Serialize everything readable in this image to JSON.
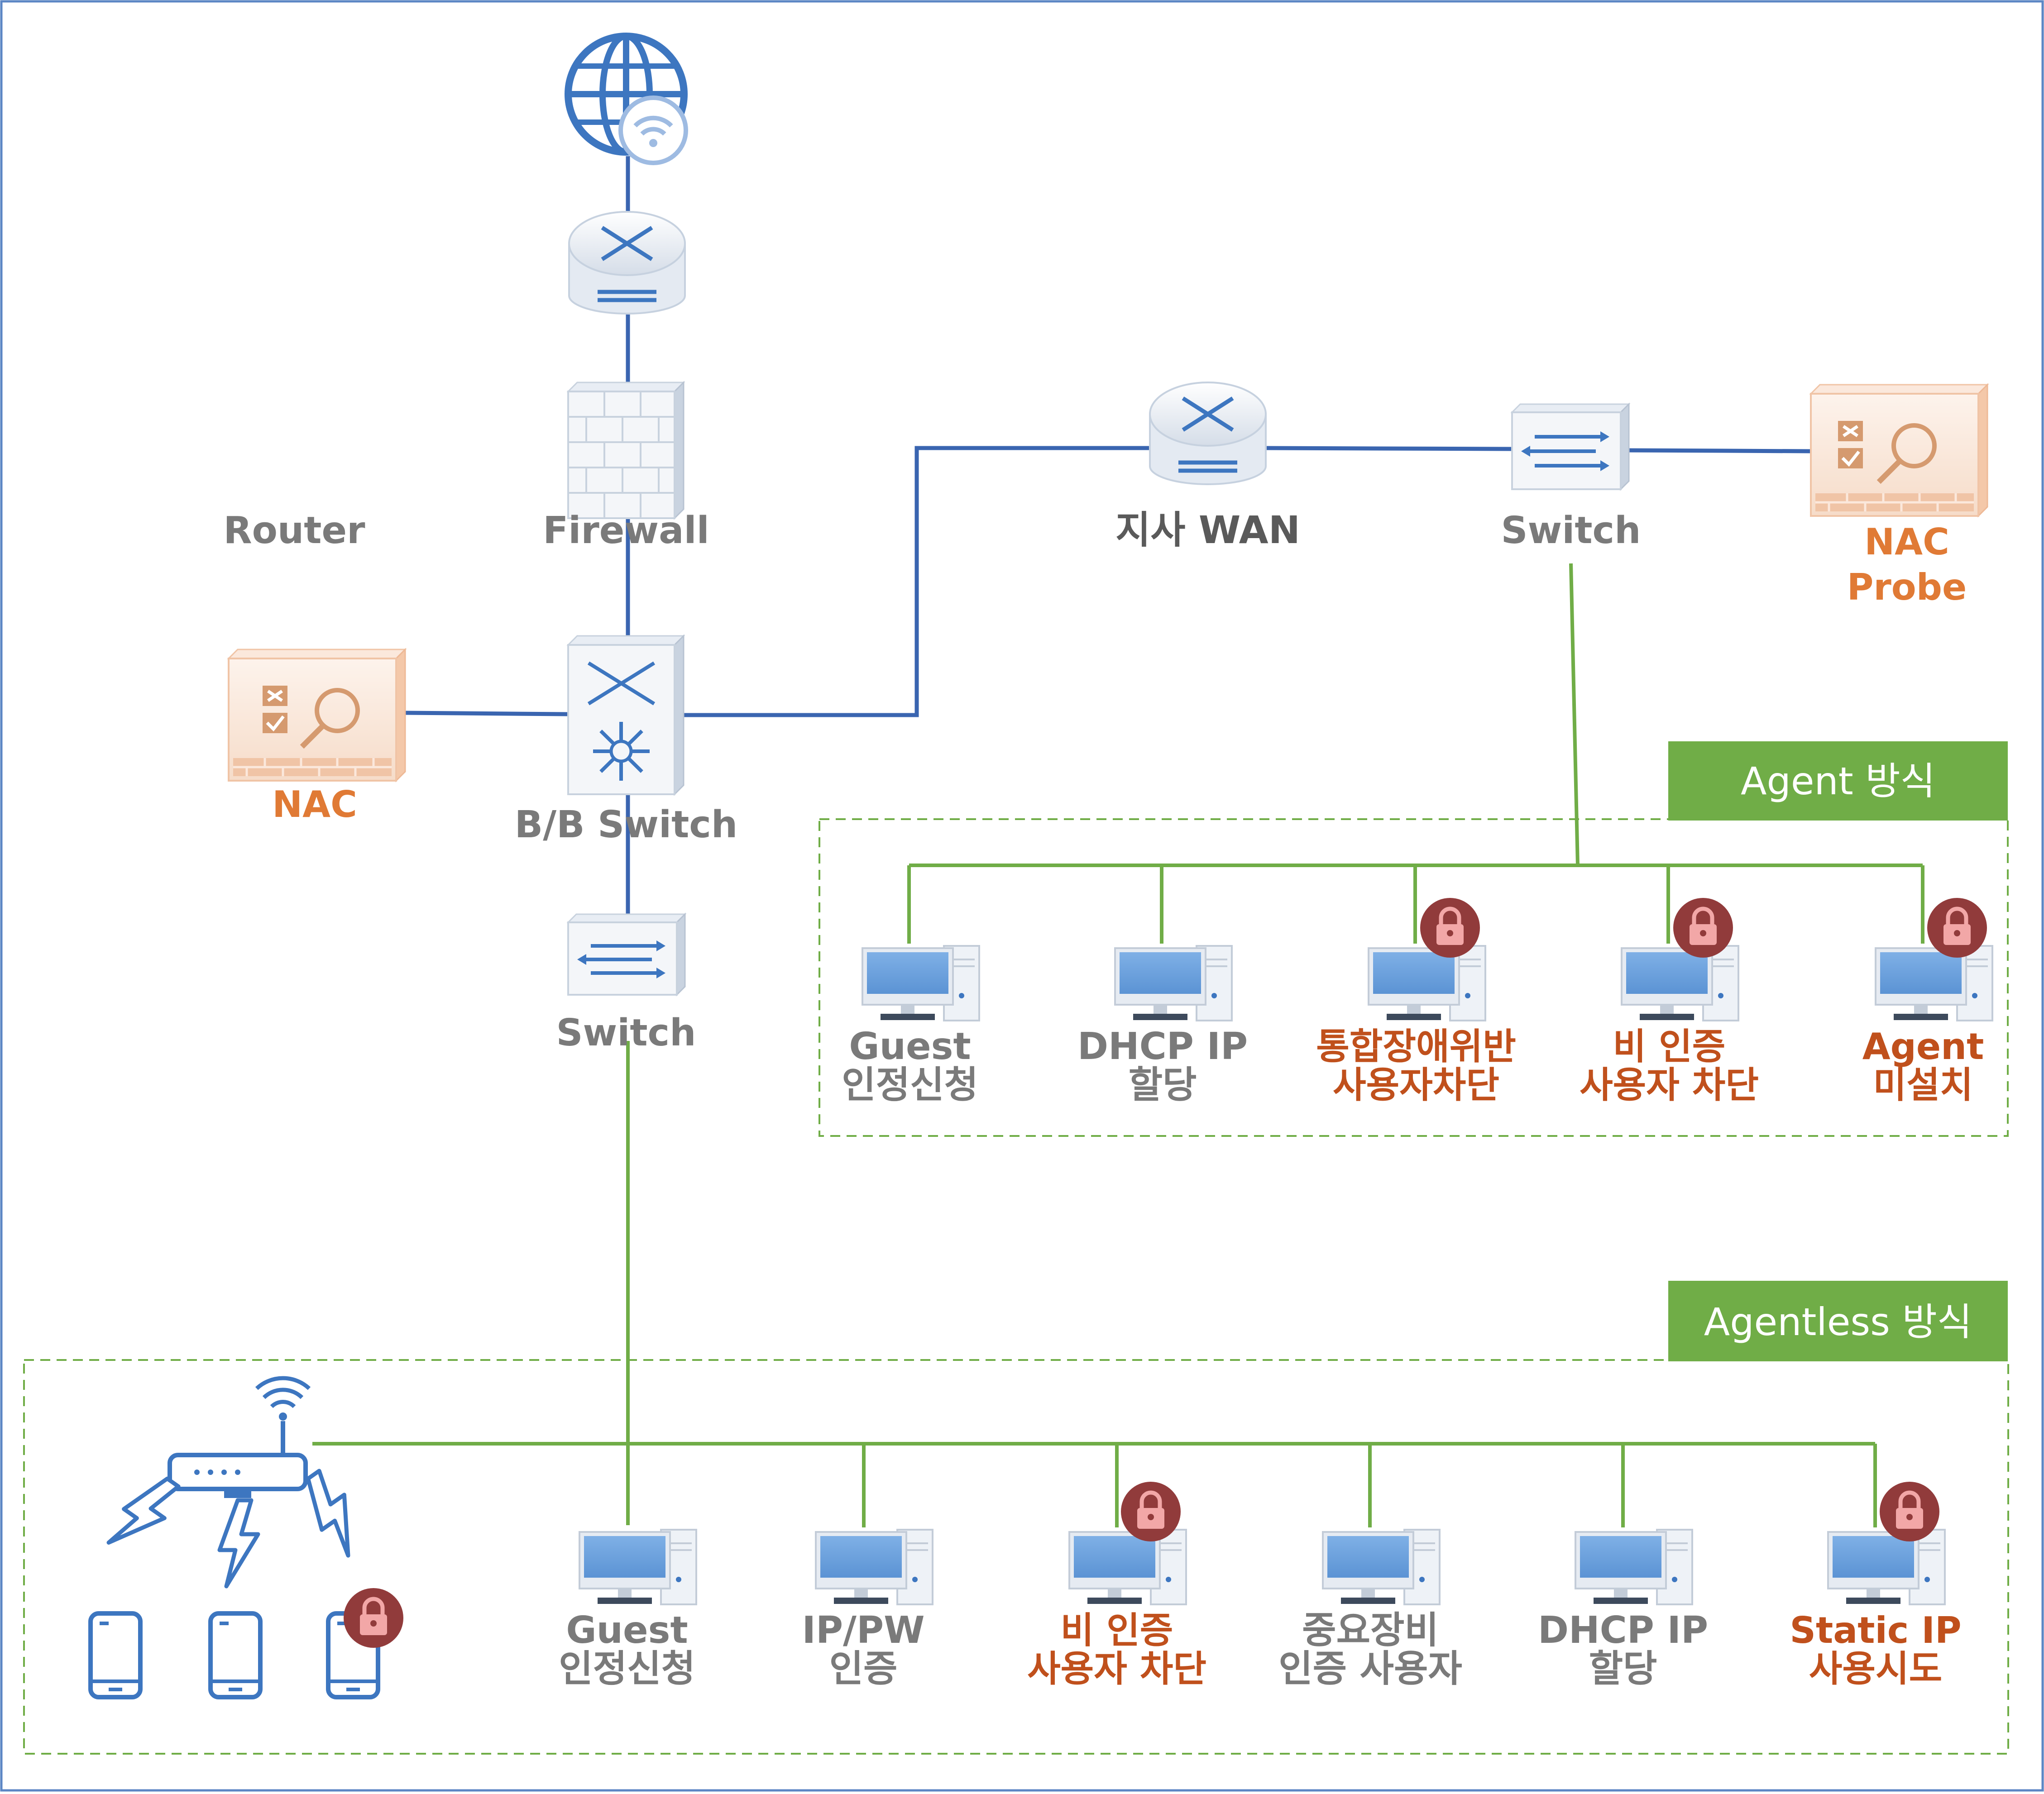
{
  "colors": {
    "blue_link": "#3a65b0",
    "green_link": "#70ad47",
    "device_blue": "#3d76c0",
    "nac_orange": "#e07a35",
    "alert_red": "#c0501c",
    "lock_badge": "#913b3b",
    "header_green": "#70ad47"
  },
  "labels": {
    "router": "Router",
    "firewall": "Firewall",
    "branch_wan": "지사 WAN",
    "switch_top": "Switch",
    "nac_probe_1": "NAC",
    "nac_probe_2": "Probe",
    "nac": "NAC",
    "bb_switch": "B/B Switch",
    "switch_mid": "Switch"
  },
  "agent": {
    "header": "Agent 방식",
    "pcs": [
      {
        "line1": "Guest",
        "line2": "인정신청",
        "alert": false,
        "locked": false
      },
      {
        "line1": "DHCP IP",
        "line2": "할당",
        "alert": false,
        "locked": false
      },
      {
        "line1": "통합장애위반",
        "line2": "사용자차단",
        "alert": true,
        "locked": true
      },
      {
        "line1": "비 인증",
        "line2": "사용자 차단",
        "alert": true,
        "locked": true
      },
      {
        "line1": "Agent",
        "line2": "미설치",
        "alert": true,
        "locked": true
      }
    ]
  },
  "agentless": {
    "header": "Agentless 방식",
    "pcs": [
      {
        "line1": "Guest",
        "line2": "인정신청",
        "alert": false,
        "locked": false
      },
      {
        "line1": "IP/PW",
        "line2": "인증",
        "alert": false,
        "locked": false
      },
      {
        "line1": "비 인증",
        "line2": "사용자 차단",
        "alert": true,
        "locked": true
      },
      {
        "line1": "중요장비",
        "line2": "인증 사용자",
        "alert": false,
        "locked": false
      },
      {
        "line1": "DHCP IP",
        "line2": "할당",
        "alert": false,
        "locked": false
      },
      {
        "line1": "Static IP",
        "line2": "사용시도",
        "alert": true,
        "locked": true
      }
    ],
    "phones": [
      {
        "locked": false
      },
      {
        "locked": false
      },
      {
        "locked": true
      }
    ]
  },
  "icons": {
    "internet": "globe-wifi-icon",
    "router": "router-icon",
    "firewall": "firewall-icon",
    "core_switch": "core-switch-icon",
    "switch": "switch-icon",
    "nac": "nac-appliance-icon",
    "pc": "desktop-pc-icon",
    "lock": "lock-icon",
    "wifi_ap": "wifi-router-icon",
    "phone": "smartphone-icon",
    "wireless": "lightning-icon"
  }
}
